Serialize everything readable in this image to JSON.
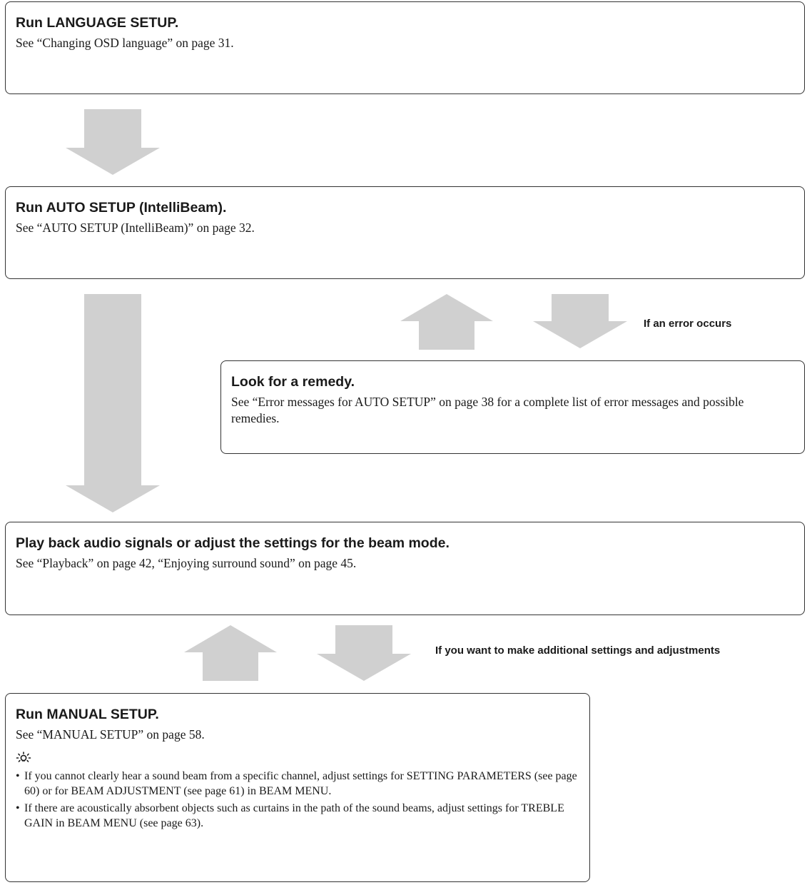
{
  "colors": {
    "arrow": "#d0d0d0",
    "border": "#333333",
    "text": "#1a1a1a"
  },
  "steps": [
    {
      "title": "Run LANGUAGE SETUP.",
      "text": "See “Changing OSD language” on page 31."
    },
    {
      "title": "Run AUTO SETUP (IntelliBeam).",
      "text": "See “AUTO SETUP (IntelliBeam)” on page 32."
    },
    {
      "title": "Look for a remedy.",
      "text": "See “Error messages for AUTO SETUP” on page 38 for a complete list of error messages and possible remedies."
    },
    {
      "title": "Play back audio signals or adjust the settings for the beam mode.",
      "text": "See “Playback” on page 42, “Enjoying surround sound” on page 45."
    },
    {
      "title": "Run MANUAL SETUP.",
      "text": "See “MANUAL SETUP” on page 58."
    }
  ],
  "notes": {
    "error": "If an error occurs",
    "additional": "If you want to make additional settings and adjustments"
  },
  "tip": {
    "icon": "tip-lightbulb-icon",
    "bullets": [
      "If you cannot clearly hear a sound beam from a specific channel, adjust settings for SETTING PARAMETERS (see page 60) or for BEAM ADJUSTMENT (see page 61) in BEAM MENU.",
      "If there are acoustically absorbent objects such as curtains in the path of the sound beams, adjust settings for TREBLE GAIN in BEAM MENU (see page 63)."
    ]
  }
}
